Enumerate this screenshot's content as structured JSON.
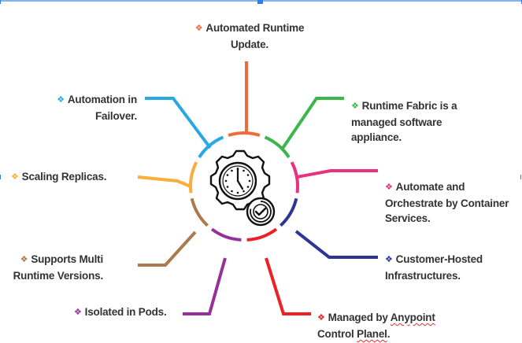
{
  "diagram": {
    "title": "Runtime Fabric Features",
    "center_icon": "gear-clock-checkmark-icon",
    "bullet_glyph": "❖",
    "items": [
      {
        "id": "automated-runtime-update",
        "lines": [
          "Automated Runtime",
          "Update."
        ],
        "color": "#f26a3c"
      },
      {
        "id": "runtime-fabric-managed",
        "lines": [
          "Runtime Fabric is a",
          "managed software",
          "appliance."
        ],
        "color": "#3cb54a"
      },
      {
        "id": "automate-orchestrate",
        "lines": [
          "Automate and",
          "Orchestrate by Container",
          "Services."
        ],
        "color": "#e8327e"
      },
      {
        "id": "customer-hosted",
        "lines": [
          "Customer-Hosted",
          "Infrastructures."
        ],
        "color": "#2e3595"
      },
      {
        "id": "managed-by-anypoint",
        "lines": [
          "Managed by ",
          "Anypoint",
          "Control ",
          "Planel",
          "."
        ],
        "color": "#ee2026"
      },
      {
        "id": "isolated-in-pods",
        "lines": [
          "Isolated in Pods."
        ],
        "color": "#96309b"
      },
      {
        "id": "supports-multi-runtime",
        "lines": [
          "Supports Multi",
          "Runtime Versions."
        ],
        "color": "#a97a4b"
      },
      {
        "id": "scaling-replicas",
        "lines": [
          "Scaling Replicas."
        ],
        "color": "#fbad3b"
      },
      {
        "id": "automation-in-failover",
        "lines": [
          "Automation in",
          "Failover."
        ],
        "color": "#28a9e1"
      }
    ]
  }
}
